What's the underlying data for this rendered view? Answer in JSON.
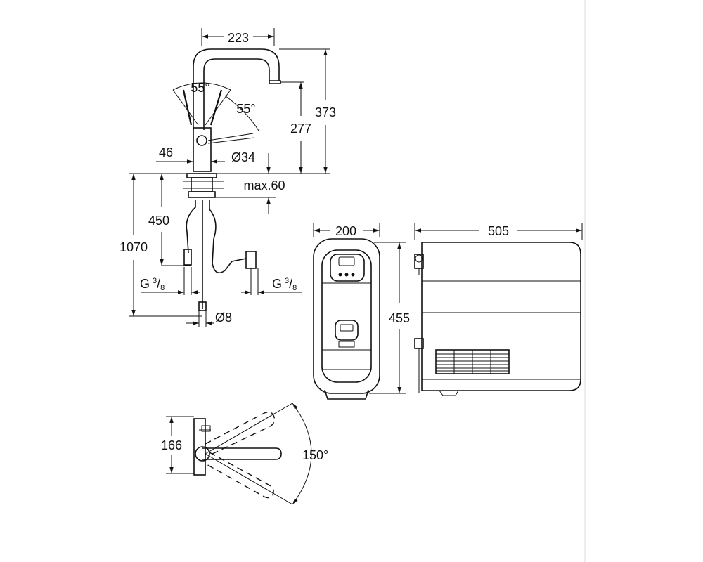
{
  "dimensions": {
    "spout_reach": "223",
    "total_height": "373",
    "spout_height": "277",
    "lever_angle_1": "55°",
    "lever_angle_2": "55°",
    "offset_46": "46",
    "body_diameter": "Ø34",
    "max_deck_thickness": "max.60",
    "hose_450": "450",
    "hose_1070": "1070",
    "thread_left": "G",
    "thread_right": "G",
    "thread_num": "3",
    "thread_sep": "/",
    "thread_den": "8",
    "pipe_diameter": "Ø8",
    "boiler_width": "200",
    "boiler_height": "455",
    "boiler_depth": "505",
    "top_view_166": "166",
    "swivel_angle": "150°"
  }
}
